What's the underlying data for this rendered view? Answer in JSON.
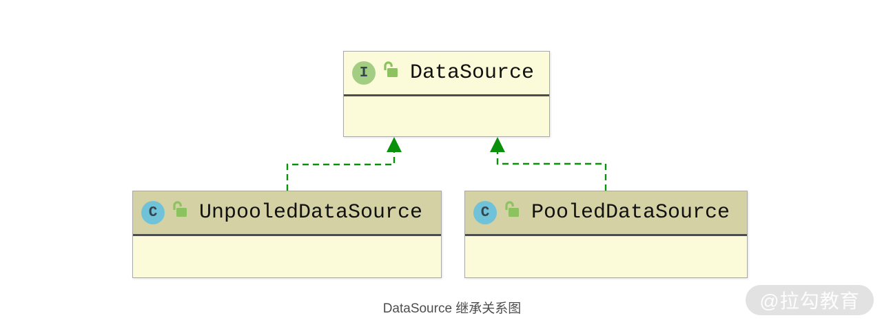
{
  "diagram": {
    "nodes": {
      "datasource": {
        "name": "DataSource",
        "stereotype": "interface",
        "badge": "I",
        "visibility": "public"
      },
      "unpooled": {
        "name": "UnpooledDataSource",
        "stereotype": "class",
        "badge": "C",
        "visibility": "public"
      },
      "pooled": {
        "name": "PooledDataSource",
        "stereotype": "class",
        "badge": "C",
        "visibility": "public"
      }
    },
    "relationships": [
      {
        "from": "UnpooledDataSource",
        "to": "DataSource",
        "type": "realization",
        "line": "dashed-green-arrow"
      },
      {
        "from": "PooledDataSource",
        "to": "DataSource",
        "type": "realization",
        "line": "dashed-green-arrow"
      }
    ],
    "colors": {
      "node_body": "#fbfbd9",
      "class_header": "#d4d1a4",
      "node_border": "#a8a8a8",
      "separator": "#4c4c4c",
      "arrow_green": "#0b900b",
      "interface_badge_green": "#a3cd82",
      "class_badge_blue": "#70c2d8",
      "lock_green": "#8cc360"
    }
  },
  "caption": {
    "text": "DataSource 继承关系图"
  },
  "watermark": {
    "text": "@拉勾教育"
  }
}
